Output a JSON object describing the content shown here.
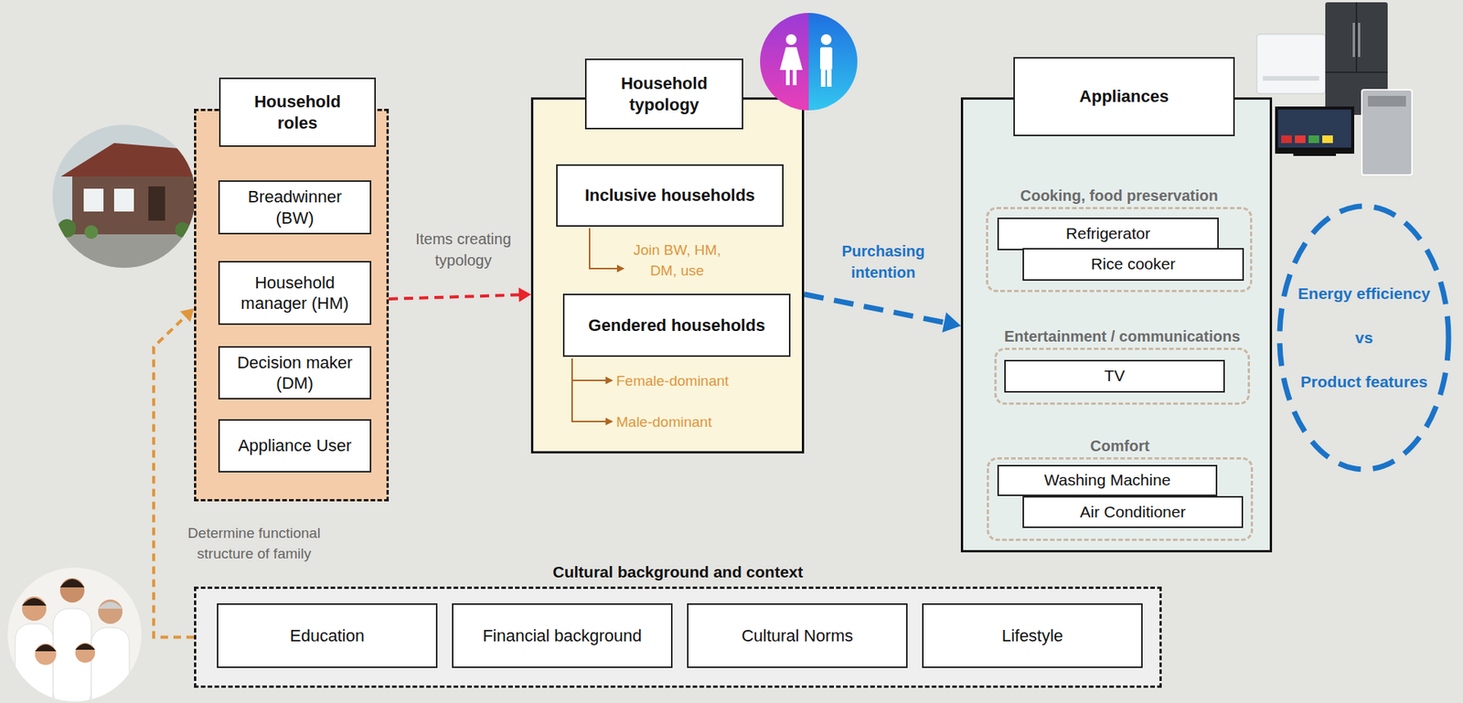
{
  "diagram": {
    "nodes": [
      {
        "text": [
          "Household roles"
        ]
      },
      {
        "text": [
          "Breadwinner (BW)"
        ],
        "in": 0
      },
      {
        "text": [
          "Household manager (HM)"
        ],
        "in": 0
      },
      {
        "text": [
          "Decision maker (DM)"
        ],
        "in": 0
      },
      {
        "text": [
          "Appliance User"
        ],
        "in": 0
      },
      {
        "text": [
          "Household typology"
        ]
      },
      {
        "text": [
          "Inclusive households"
        ],
        "in": 5
      },
      {
        "text": [
          "Gendered households"
        ],
        "in": 5
      },
      {
        "text": [
          "Appliances"
        ]
      },
      {
        "text": [
          "Cooking, food preservation"
        ],
        "in": 8
      },
      {
        "text": [
          "Refrigerator"
        ],
        "in": 9
      },
      {
        "text": [
          "Rice cooker"
        ],
        "in": 9
      },
      {
        "text": [
          "Entertainment / communications"
        ],
        "in": 8
      },
      {
        "text": [
          "TV"
        ],
        "in": 12
      },
      {
        "text": [
          "Comfort"
        ],
        "in": 8
      },
      {
        "text": [
          "Washing Machine"
        ],
        "in": 14
      },
      {
        "text": [
          "Air Conditioner"
        ],
        "in": 14
      },
      {
        "text": [
          "Energy efficiency",
          "vs",
          "Product features"
        ]
      },
      {
        "text": [
          "Cultural background and context"
        ]
      },
      {
        "text": [
          "Education"
        ],
        "in": 18
      },
      {
        "text": [
          "Financial background"
        ],
        "in": 18
      },
      {
        "text": [
          "Cultural Norms"
        ],
        "in": 18
      },
      {
        "text": [
          "Lifestyle"
        ],
        "in": 18
      }
    ],
    "edges": [
      {
        "from": 0,
        "to": 5,
        "label": "Items creating typology",
        "arrow": "to"
      },
      {
        "from": 5,
        "to": 8,
        "label": "Purchasing intention",
        "arrow": "to"
      },
      {
        "from": 18,
        "to": 0,
        "label": "Determine functional structure of family",
        "arrow": "to"
      }
    ],
    "labels": [
      "Join BW, HM, DM, use",
      "Female-dominant",
      "Male-dominant"
    ]
  }
}
